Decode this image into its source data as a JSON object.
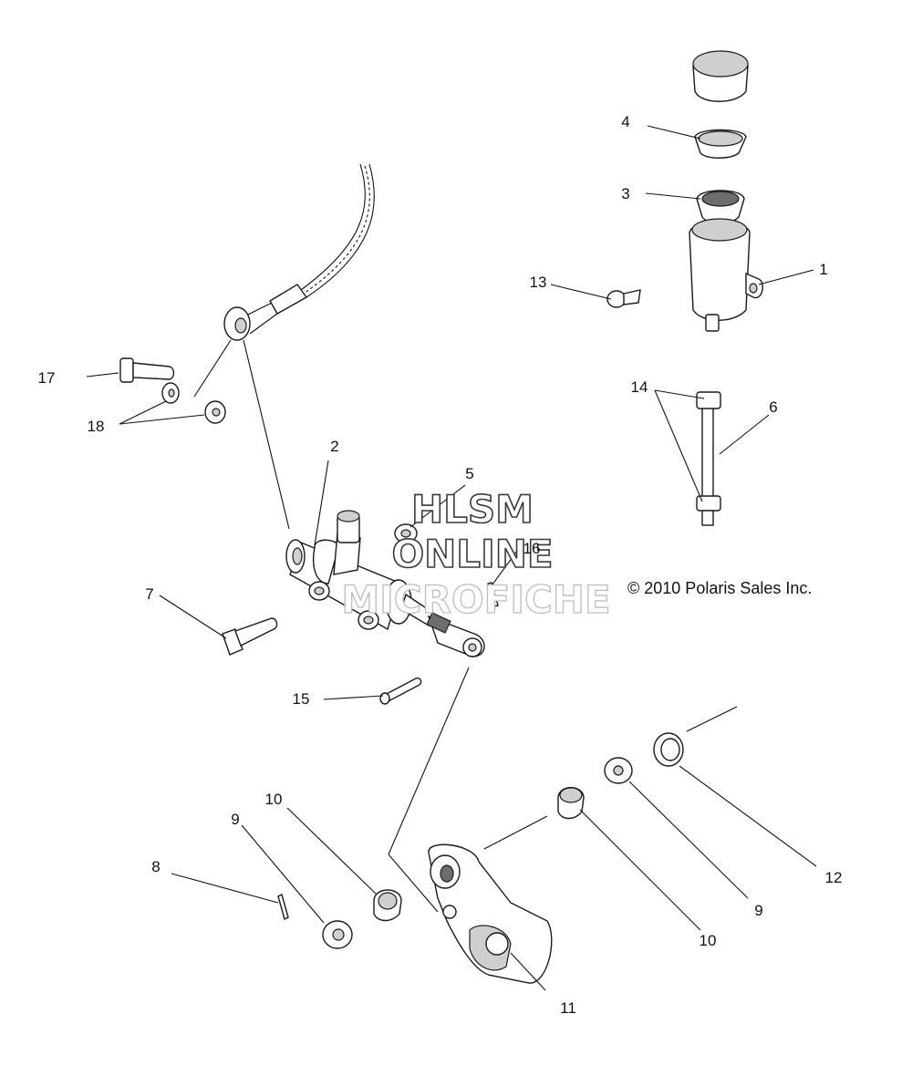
{
  "copyright": "© 2010 Polaris Sales Inc.",
  "watermark": {
    "line1": "HLSM",
    "line2": "ONLINE",
    "line3": "MICROFICHE"
  },
  "callouts": {
    "c1": "1",
    "c2": "2",
    "c3": "3",
    "c4": "4",
    "c5": "5",
    "c6": "6",
    "c7": "7",
    "c8": "8",
    "c9a": "9",
    "c9b": "9",
    "c10a": "10",
    "c10b": "10",
    "c11": "11",
    "c12": "12",
    "c13": "13",
    "c14": "14",
    "c15": "15",
    "c16": "16",
    "c17": "17",
    "c18": "18"
  },
  "colors": {
    "line": "#1a1a1a",
    "background": "#ffffff",
    "watermark_outline": "#3a3a3a"
  }
}
